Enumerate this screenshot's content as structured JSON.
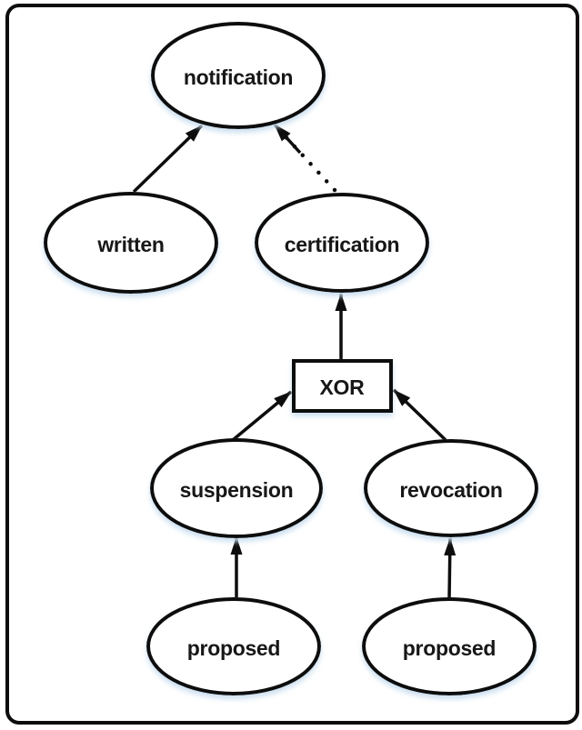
{
  "diagram": {
    "title": "",
    "background_color": "#ffffff",
    "stroke_color": "#0d0d0d",
    "text_color": "#171717",
    "shadow_color": "#c9ddef",
    "nodes": [
      {
        "id": "notification",
        "label": "notification",
        "shape": "ellipse"
      },
      {
        "id": "written",
        "label": "written",
        "shape": "ellipse"
      },
      {
        "id": "certification",
        "label": "certification",
        "shape": "ellipse"
      },
      {
        "id": "xor",
        "label": "XOR",
        "shape": "rectangle"
      },
      {
        "id": "suspension",
        "label": "suspension",
        "shape": "ellipse"
      },
      {
        "id": "revocation",
        "label": "revocation",
        "shape": "ellipse"
      },
      {
        "id": "proposed_left",
        "label": "proposed",
        "shape": "ellipse"
      },
      {
        "id": "proposed_right",
        "label": "proposed",
        "shape": "ellipse"
      }
    ],
    "edges": [
      {
        "from": "written",
        "to": "notification",
        "style": "solid",
        "arrowhead": "filled-triangle"
      },
      {
        "from": "certification",
        "to": "notification",
        "style": "dotted",
        "arrowhead": "filled-triangle"
      },
      {
        "from": "xor",
        "to": "certification",
        "style": "solid",
        "arrowhead": "filled-triangle"
      },
      {
        "from": "suspension",
        "to": "xor",
        "style": "solid",
        "arrowhead": "filled-triangle"
      },
      {
        "from": "revocation",
        "to": "xor",
        "style": "solid",
        "arrowhead": "filled-triangle"
      },
      {
        "from": "proposed_left",
        "to": "suspension",
        "style": "solid",
        "arrowhead": "filled-triangle"
      },
      {
        "from": "proposed_right",
        "to": "revocation",
        "style": "solid",
        "arrowhead": "filled-triangle"
      }
    ]
  }
}
